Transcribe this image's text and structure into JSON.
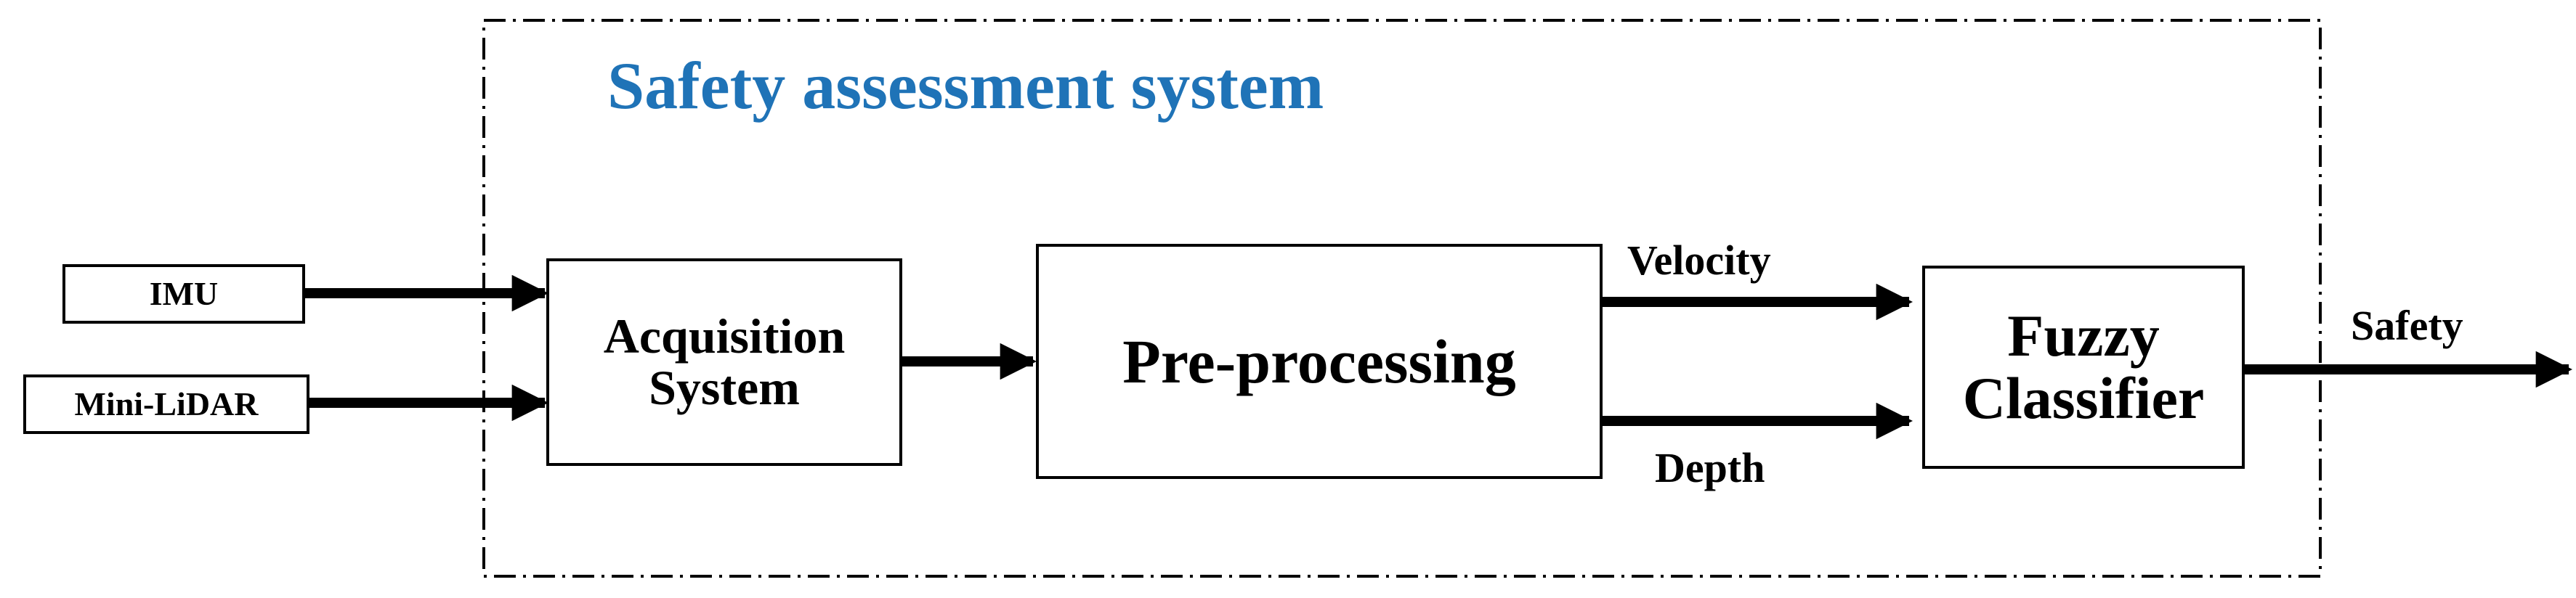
{
  "system": {
    "title": "Safety assessment system",
    "title_color": "#1f73b7"
  },
  "inputs": {
    "imu": "IMU",
    "lidar": "Mini-LiDAR"
  },
  "blocks": {
    "acquisition_line1": "Acquisition",
    "acquisition_line2": "System",
    "preprocessing": "Pre-processing",
    "fuzzy_line1": "Fuzzy",
    "fuzzy_line2": "Classifier"
  },
  "signals": {
    "velocity": "Velocity",
    "depth": "Depth",
    "safety": "Safety"
  },
  "colors": {
    "stroke": "#000000",
    "background": "#ffffff"
  }
}
